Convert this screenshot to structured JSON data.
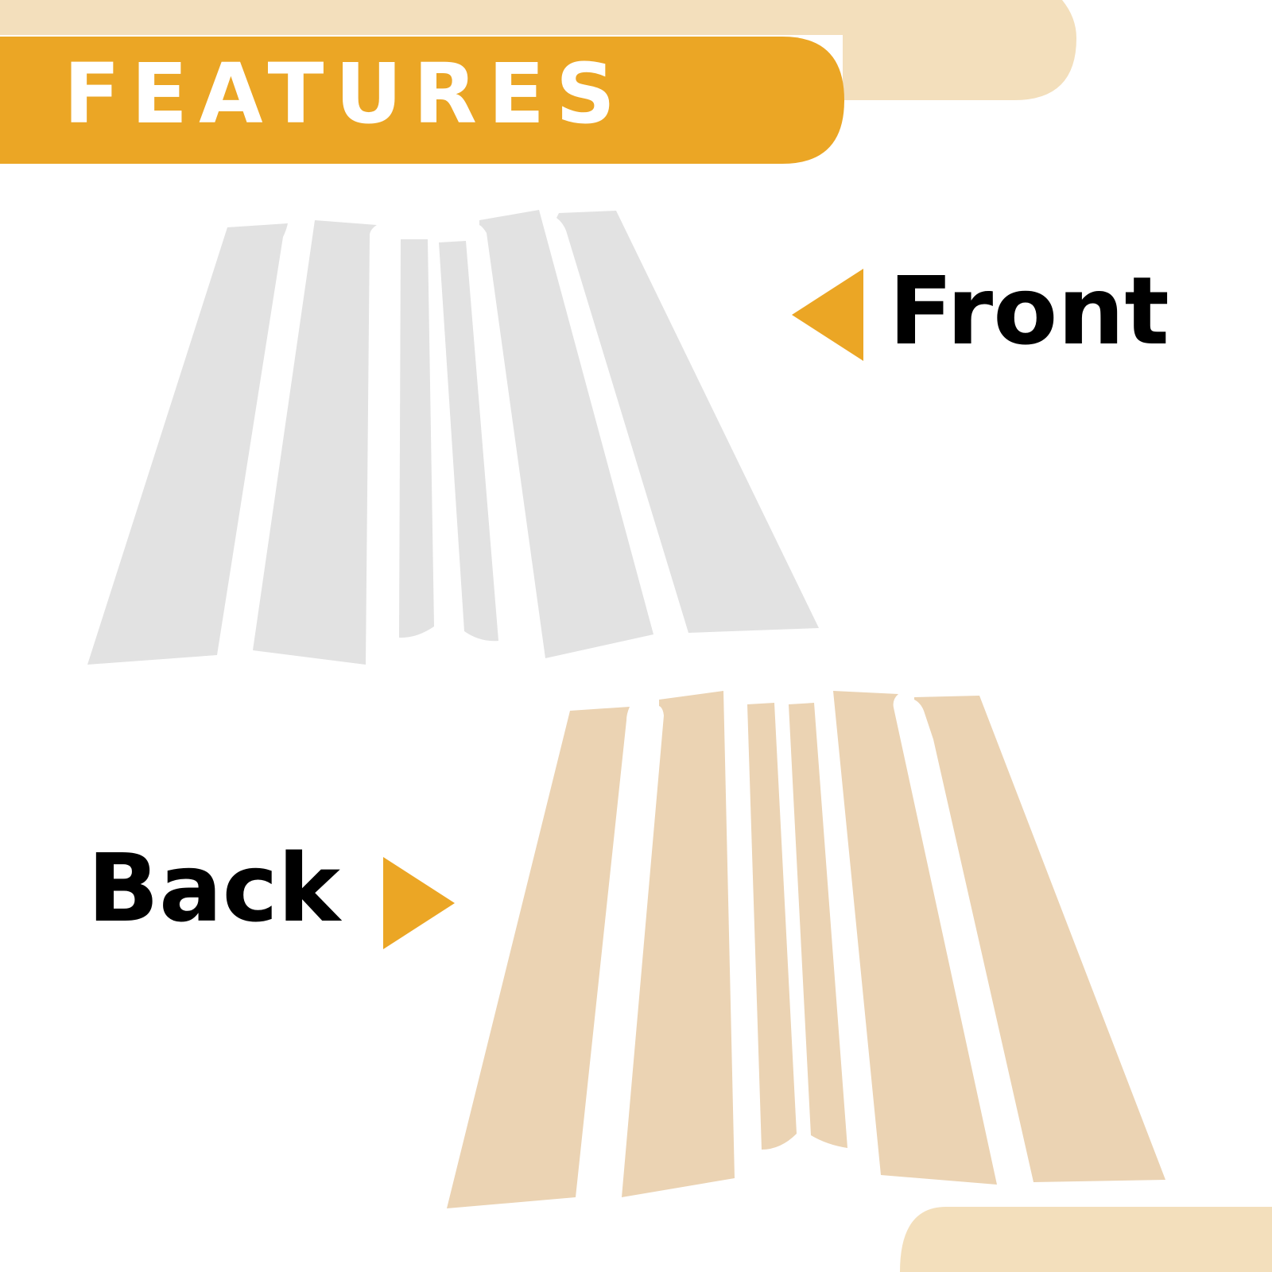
{
  "heading": "FEATURES",
  "front_label": "Front",
  "back_label": "Back",
  "colors": {
    "accent_orange": "#EBA625",
    "pale_cream": "#F3DFBC",
    "front_trim": "#E2E2E2",
    "back_liner": "#EBD3B3",
    "label_text": "#000000",
    "heading_text": "#FFFFFF"
  },
  "pieces": {
    "front_count": 6,
    "back_count": 6
  }
}
